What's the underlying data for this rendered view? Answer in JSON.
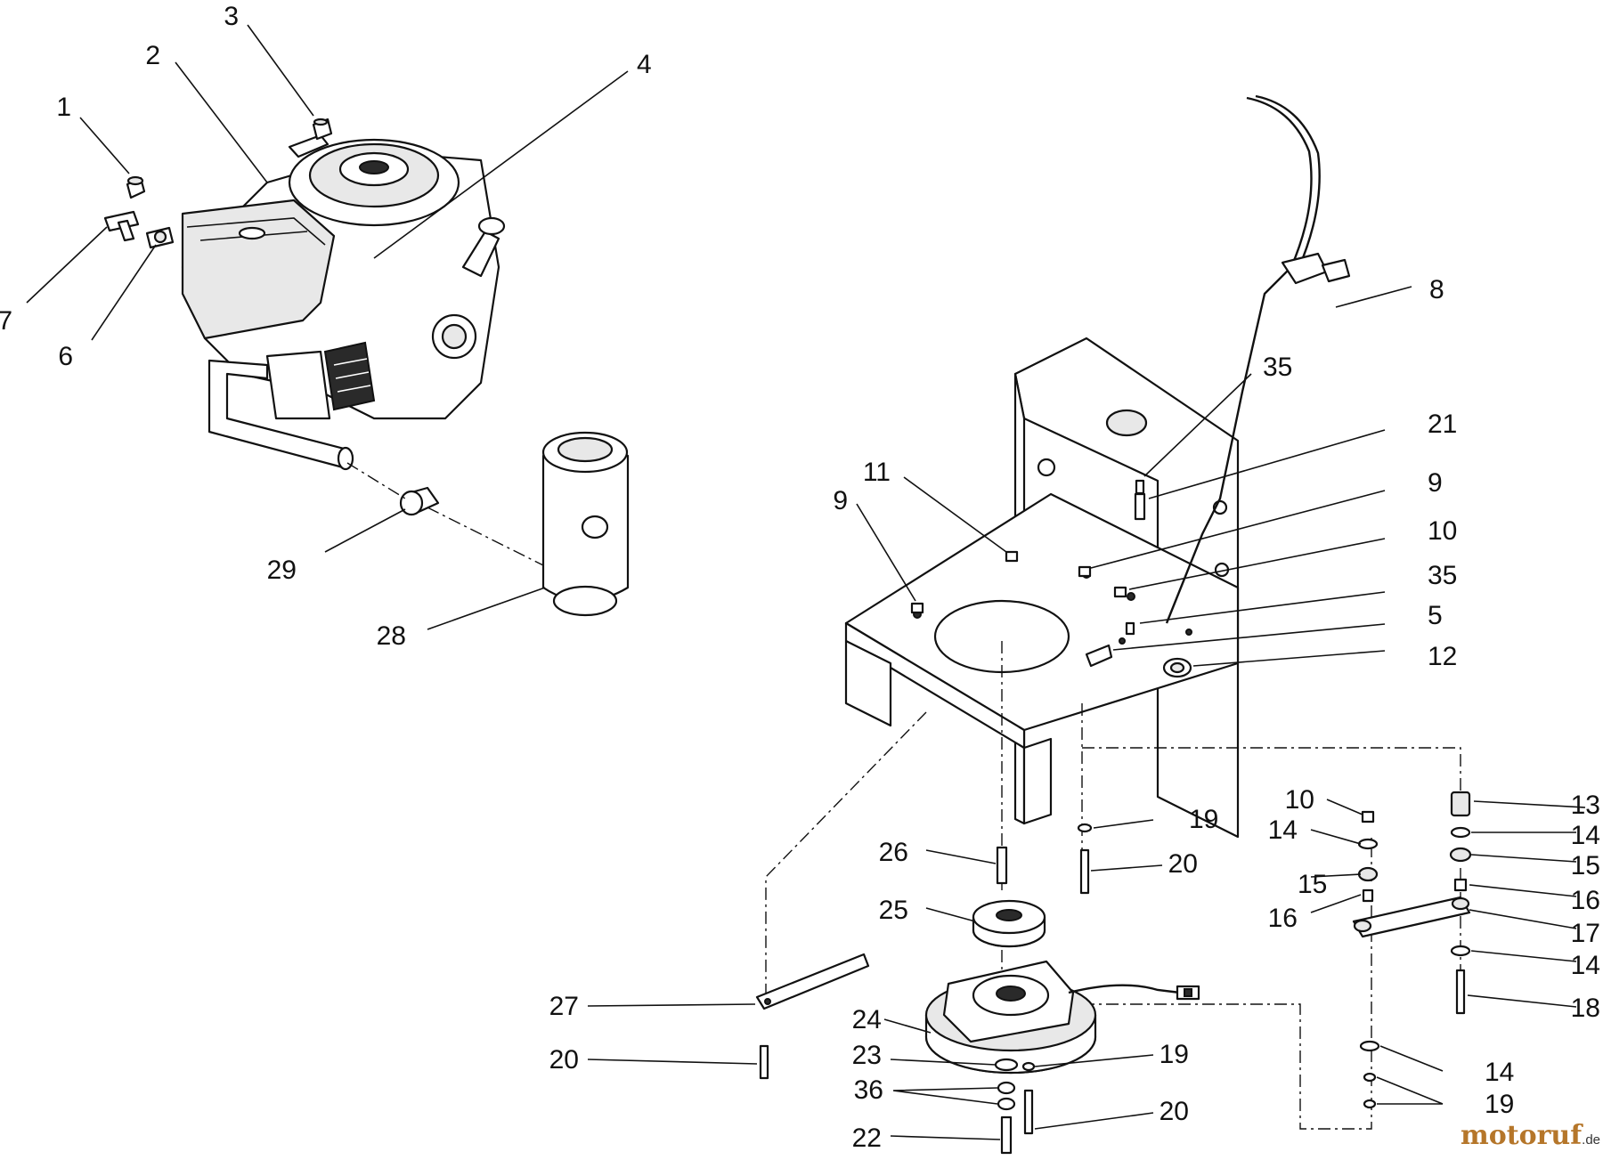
{
  "labels": [
    {
      "text": "1"
    },
    {
      "text": "2"
    },
    {
      "text": "3"
    },
    {
      "text": "4"
    },
    {
      "text": "7"
    },
    {
      "text": "6"
    },
    {
      "text": "8"
    },
    {
      "text": "35"
    },
    {
      "text": "21"
    },
    {
      "text": "11"
    },
    {
      "text": "9"
    },
    {
      "text": "9"
    },
    {
      "text": "10"
    },
    {
      "text": "35"
    },
    {
      "text": "5"
    },
    {
      "text": "12"
    },
    {
      "text": "29"
    },
    {
      "text": "28"
    },
    {
      "text": "13"
    },
    {
      "text": "10"
    },
    {
      "text": "14"
    },
    {
      "text": "14"
    },
    {
      "text": "19"
    },
    {
      "text": "15"
    },
    {
      "text": "15"
    },
    {
      "text": "20"
    },
    {
      "text": "16"
    },
    {
      "text": "16"
    },
    {
      "text": "17"
    },
    {
      "text": "26"
    },
    {
      "text": "25"
    },
    {
      "text": "14"
    },
    {
      "text": "18"
    },
    {
      "text": "27"
    },
    {
      "text": "24"
    },
    {
      "text": "20"
    },
    {
      "text": "19"
    },
    {
      "text": "23"
    },
    {
      "text": "14"
    },
    {
      "text": "36"
    },
    {
      "text": "19"
    },
    {
      "text": "20"
    },
    {
      "text": "22"
    }
  ],
  "watermark": {
    "brand": "motoruf",
    "suffix": ".de",
    "brand_color": "#b5762a",
    "suffix_color": "#333333"
  }
}
